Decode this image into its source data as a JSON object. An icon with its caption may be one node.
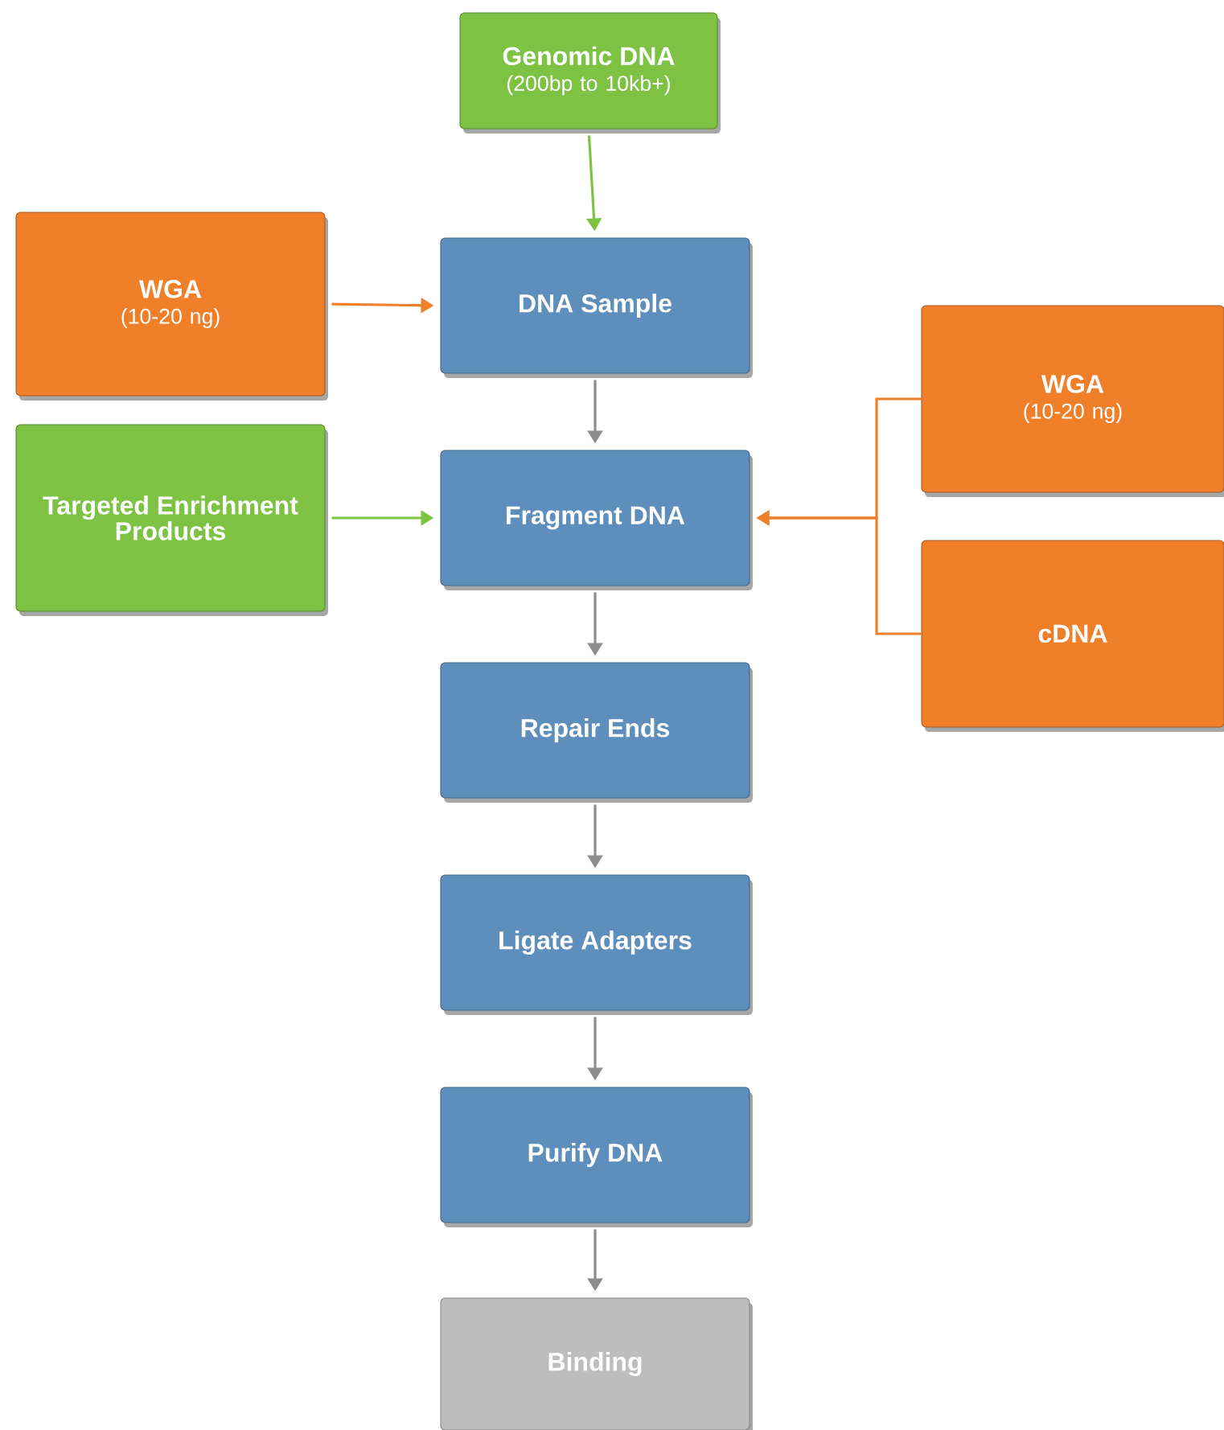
{
  "diagram": {
    "nodes": [
      {
        "text": [
          "Genomic DNA",
          "(200bp to 10kb+)"
        ]
      },
      {
        "text": [
          "WGA",
          "(10-20 ng)"
        ]
      },
      {
        "text": [
          "DNA Sample"
        ]
      },
      {
        "text": [
          "Targeted Enrichment Products"
        ]
      },
      {
        "text": [
          "Fragment DNA"
        ]
      },
      {
        "text": [
          "WGA",
          "(10-20 ng)"
        ]
      },
      {
        "text": [
          "cDNA"
        ]
      },
      {
        "text": [
          "Repair Ends"
        ]
      },
      {
        "text": [
          "Ligate Adapters"
        ]
      },
      {
        "text": [
          "Purify DNA"
        ]
      },
      {
        "text": [
          "Binding"
        ]
      }
    ],
    "edges": [
      {
        "from": 0,
        "to": 2,
        "arrow": "to",
        "color": "#7dc242"
      },
      {
        "from": 1,
        "to": 2,
        "arrow": "to",
        "color": "#f07f2a"
      },
      {
        "from": 3,
        "to": 4,
        "arrow": "to",
        "color": "#7dc242"
      },
      {
        "from": 5,
        "to": 4,
        "arrow": "to",
        "color": "#f07f2a"
      },
      {
        "from": 6,
        "to": 4,
        "arrow": "to",
        "color": "#f07f2a"
      },
      {
        "from": 2,
        "to": 4,
        "arrow": "to"
      },
      {
        "from": 4,
        "to": 7,
        "arrow": "to"
      },
      {
        "from": 7,
        "to": 8,
        "arrow": "to"
      },
      {
        "from": 8,
        "to": 9,
        "arrow": "to"
      },
      {
        "from": 9,
        "to": 10,
        "arrow": "to"
      }
    ]
  }
}
